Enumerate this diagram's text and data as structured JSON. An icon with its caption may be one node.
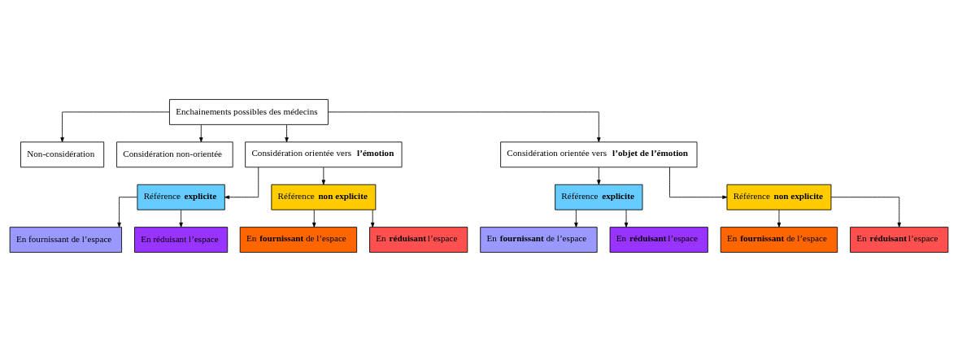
{
  "diagram": {
    "nodes": [
      {
        "text": [
          "Enchainements possibles des médecins"
        ]
      },
      {
        "text": [
          "Non-considération"
        ]
      },
      {
        "text": [
          "Considération non-orientée"
        ]
      },
      {
        "text": [
          "Considération orientée vers **l’émotion**"
        ]
      },
      {
        "text": [
          "Considération orientée vers **l’objet de l’émotion**"
        ]
      },
      {
        "text": [
          "Référence **explicite**"
        ]
      },
      {
        "text": [
          "En fournissant de l’espace"
        ]
      },
      {
        "text": [
          "En réduisant l’espace"
        ]
      },
      {
        "text": [
          "Référence **non explicite**"
        ]
      },
      {
        "text": [
          "En **fournissant** de l’espace"
        ]
      },
      {
        "text": [
          "En **réduisant** l’espace"
        ]
      },
      {
        "text": [
          "Référence **explicite**"
        ]
      },
      {
        "text": [
          "En **fournissant** de l’espace"
        ]
      },
      {
        "text": [
          "En **réduisant** l’espace"
        ]
      },
      {
        "text": [
          "Référence **non explicite**"
        ]
      },
      {
        "text": [
          "En **fournissant** de l’espace"
        ]
      },
      {
        "text": [
          "En **réduisant** l’espace"
        ]
      }
    ],
    "edges": [
      {
        "from": 0,
        "to": 1,
        "arrow": "to"
      },
      {
        "from": 0,
        "to": 2,
        "arrow": "to"
      },
      {
        "from": 0,
        "to": 3,
        "arrow": "to"
      },
      {
        "from": 0,
        "to": 4,
        "arrow": "to"
      },
      {
        "from": 3,
        "to": 5,
        "arrow": "to"
      },
      {
        "from": 5,
        "to": 6,
        "arrow": "to"
      },
      {
        "from": 5,
        "to": 7,
        "arrow": "to"
      },
      {
        "from": 3,
        "to": 8,
        "arrow": "to"
      },
      {
        "from": 8,
        "to": 9,
        "arrow": "to"
      },
      {
        "from": 8,
        "to": 10,
        "arrow": "to"
      },
      {
        "from": 4,
        "to": 11,
        "arrow": "to"
      },
      {
        "from": 11,
        "to": 12,
        "arrow": "to"
      },
      {
        "from": 11,
        "to": 13,
        "arrow": "to"
      },
      {
        "from": 4,
        "to": 14,
        "arrow": "to"
      },
      {
        "from": 14,
        "to": 15,
        "arrow": "to"
      },
      {
        "from": 14,
        "to": 16,
        "arrow": "to"
      }
    ]
  }
}
